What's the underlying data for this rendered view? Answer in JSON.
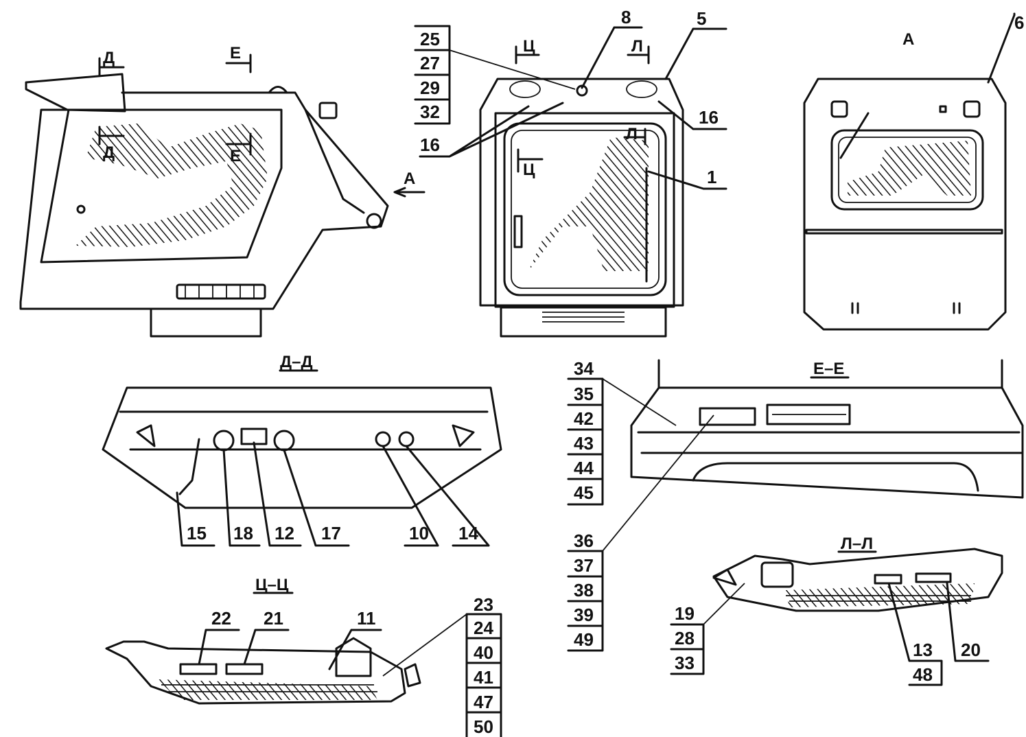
{
  "views": {
    "side_cuts": [
      "Д",
      "Е",
      "Д",
      "Е"
    ],
    "arrow_label": "А",
    "front_cuts": [
      "Ц",
      "Л",
      "Ц",
      "Л"
    ],
    "rear_title": "А"
  },
  "sections": {
    "dd": "Д–Д",
    "ee": "Е–Е",
    "ll": "Л–Л",
    "cc": "Ц–Ц"
  },
  "callouts": {
    "front_stack": [
      "25",
      "27",
      "29",
      "32"
    ],
    "front_8": "8",
    "front_5": "5",
    "front_16a": "16",
    "front_16b": "16",
    "front_1": "1",
    "rear_6": "6",
    "dd_labels": [
      "15",
      "18",
      "12",
      "17",
      "10",
      "14"
    ],
    "ee_stack_top": [
      "34",
      "35",
      "42",
      "43",
      "44",
      "45"
    ],
    "ee_stack_bottom": [
      "36",
      "37",
      "38",
      "39",
      "49"
    ],
    "ll_stack_left": [
      "19",
      "28",
      "33"
    ],
    "ll_13_stack": [
      "13",
      "48"
    ],
    "ll_20": "20",
    "cc_22": "22",
    "cc_21": "21",
    "cc_11": "11",
    "cc_stack": [
      "23",
      "24",
      "40",
      "41",
      "47",
      "50"
    ]
  }
}
